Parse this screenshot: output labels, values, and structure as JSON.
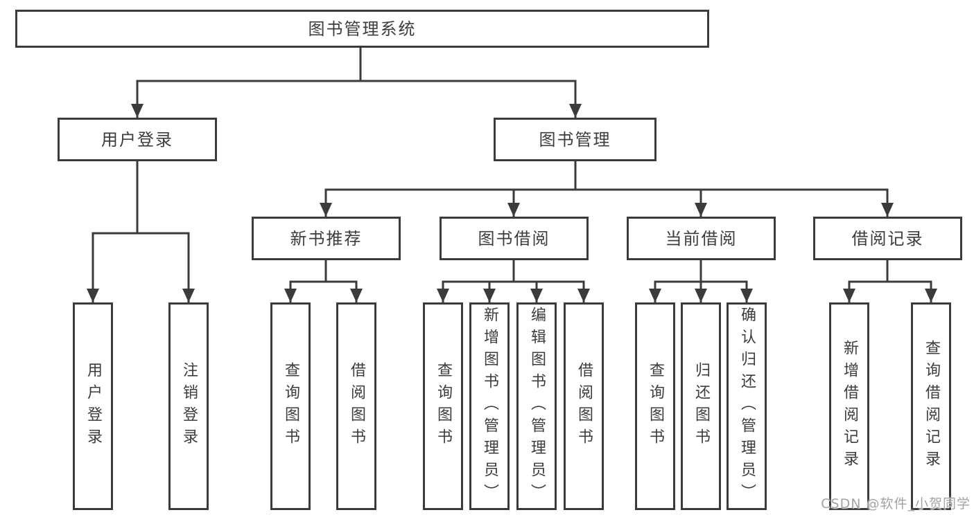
{
  "colors": {
    "line": "#3b3b3b",
    "text": "#3c3c3c",
    "background": "#ffffff",
    "watermark": "#a3a3a3"
  },
  "root": {
    "label": "图书管理系统"
  },
  "level2": {
    "user_login": {
      "label": "用户登录"
    },
    "book_mgmt": {
      "label": "图书管理"
    }
  },
  "level3": {
    "new_book": {
      "label": "新书推荐"
    },
    "book_borrow": {
      "label": "图书借阅"
    },
    "current_borrow": {
      "label": "当前借阅"
    },
    "borrow_record": {
      "label": "借阅记录"
    }
  },
  "leaves": {
    "user_login": {
      "label": "用户登录"
    },
    "logout": {
      "label": "注销登录"
    },
    "rec_query": {
      "label": "查询图书"
    },
    "rec_borrow": {
      "label": "借阅图书"
    },
    "bor_query": {
      "label": "查询图书"
    },
    "bor_add": {
      "label": "新增图书（管理员）"
    },
    "bor_edit": {
      "label": "编辑图书（管理员）"
    },
    "bor_borrow": {
      "label": "借阅图书"
    },
    "cur_query": {
      "label": "查询图书"
    },
    "cur_return": {
      "label": "归还图书"
    },
    "cur_confirm": {
      "label": "确认归还（管理员）"
    },
    "record_add": {
      "label": "新增借阅记录"
    },
    "record_query": {
      "label": "查询借阅记录"
    }
  },
  "watermark": {
    "text": "CSDN @软件_小贺同学"
  }
}
